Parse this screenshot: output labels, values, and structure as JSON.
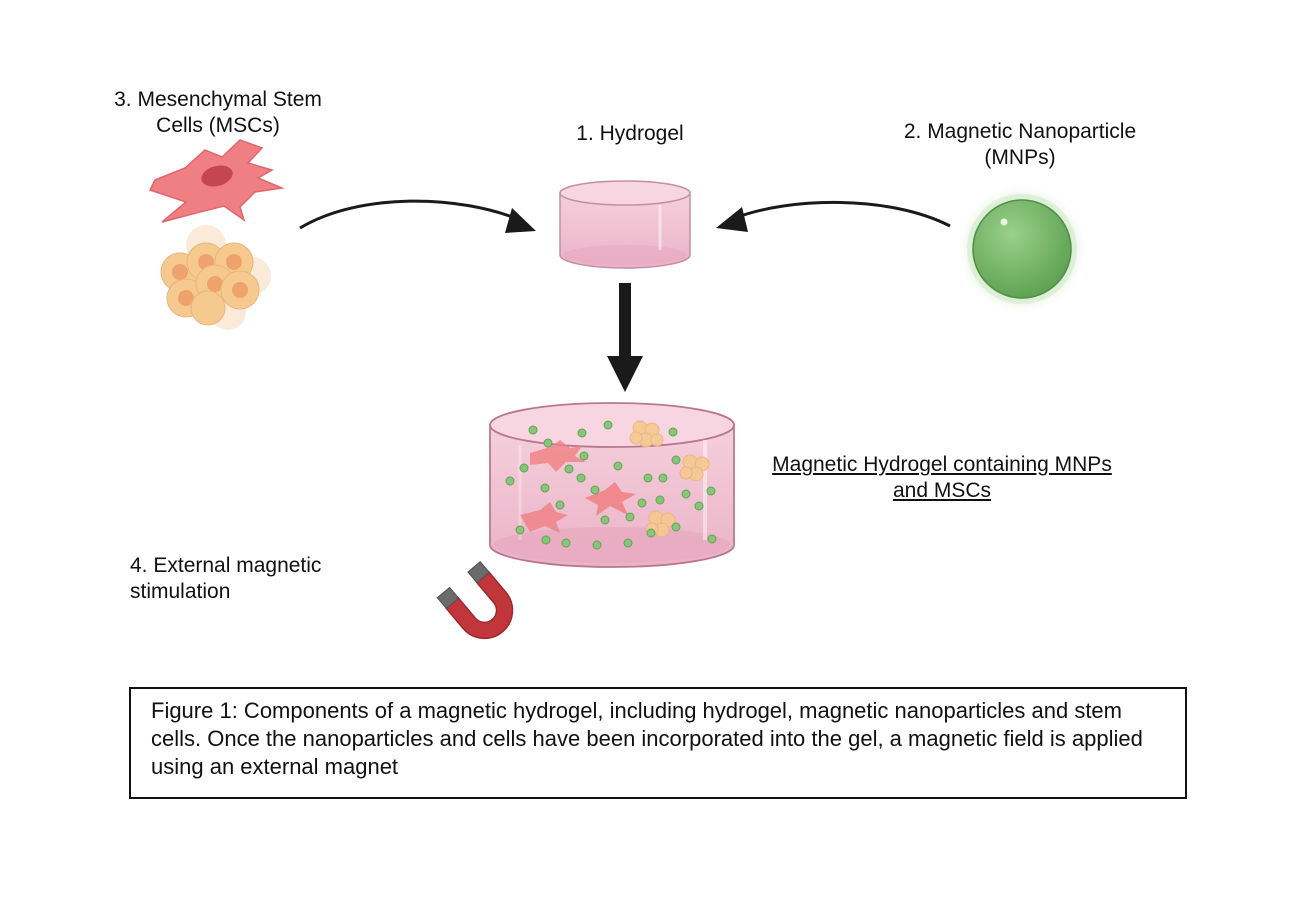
{
  "labels": {
    "hydrogel": "1. Hydrogel",
    "mnp_line1": "2. Magnetic Nanoparticle",
    "mnp_line2": "(MNPs)",
    "msc_line1": "3. Mesenchymal Stem",
    "msc_line2": "Cells (MSCs)",
    "result_line1": "Magnetic Hydrogel containing MNPs",
    "result_line2": "and MSCs",
    "stim_line1": "4. External magnetic",
    "stim_line2": "stimulation"
  },
  "caption": {
    "text": "Figure 1: Components of a magnetic hydrogel, including hydrogel, magnetic nanoparticles and stem cells. Once the nanoparticles and cells have been incorporated into the gel, a magnetic field is applied using an external magnet"
  },
  "colors": {
    "hydrogel_fill": "#f2c4d4",
    "hydrogel_edge": "#b9788f",
    "nanoparticle": "#7ab86a",
    "stem_cell": "#ee6f74",
    "cell_cluster": "#f6c98e",
    "magnet_red": "#c0363a",
    "magnet_pole": "#6b6b6b",
    "arrow": "#1a1a1a"
  }
}
